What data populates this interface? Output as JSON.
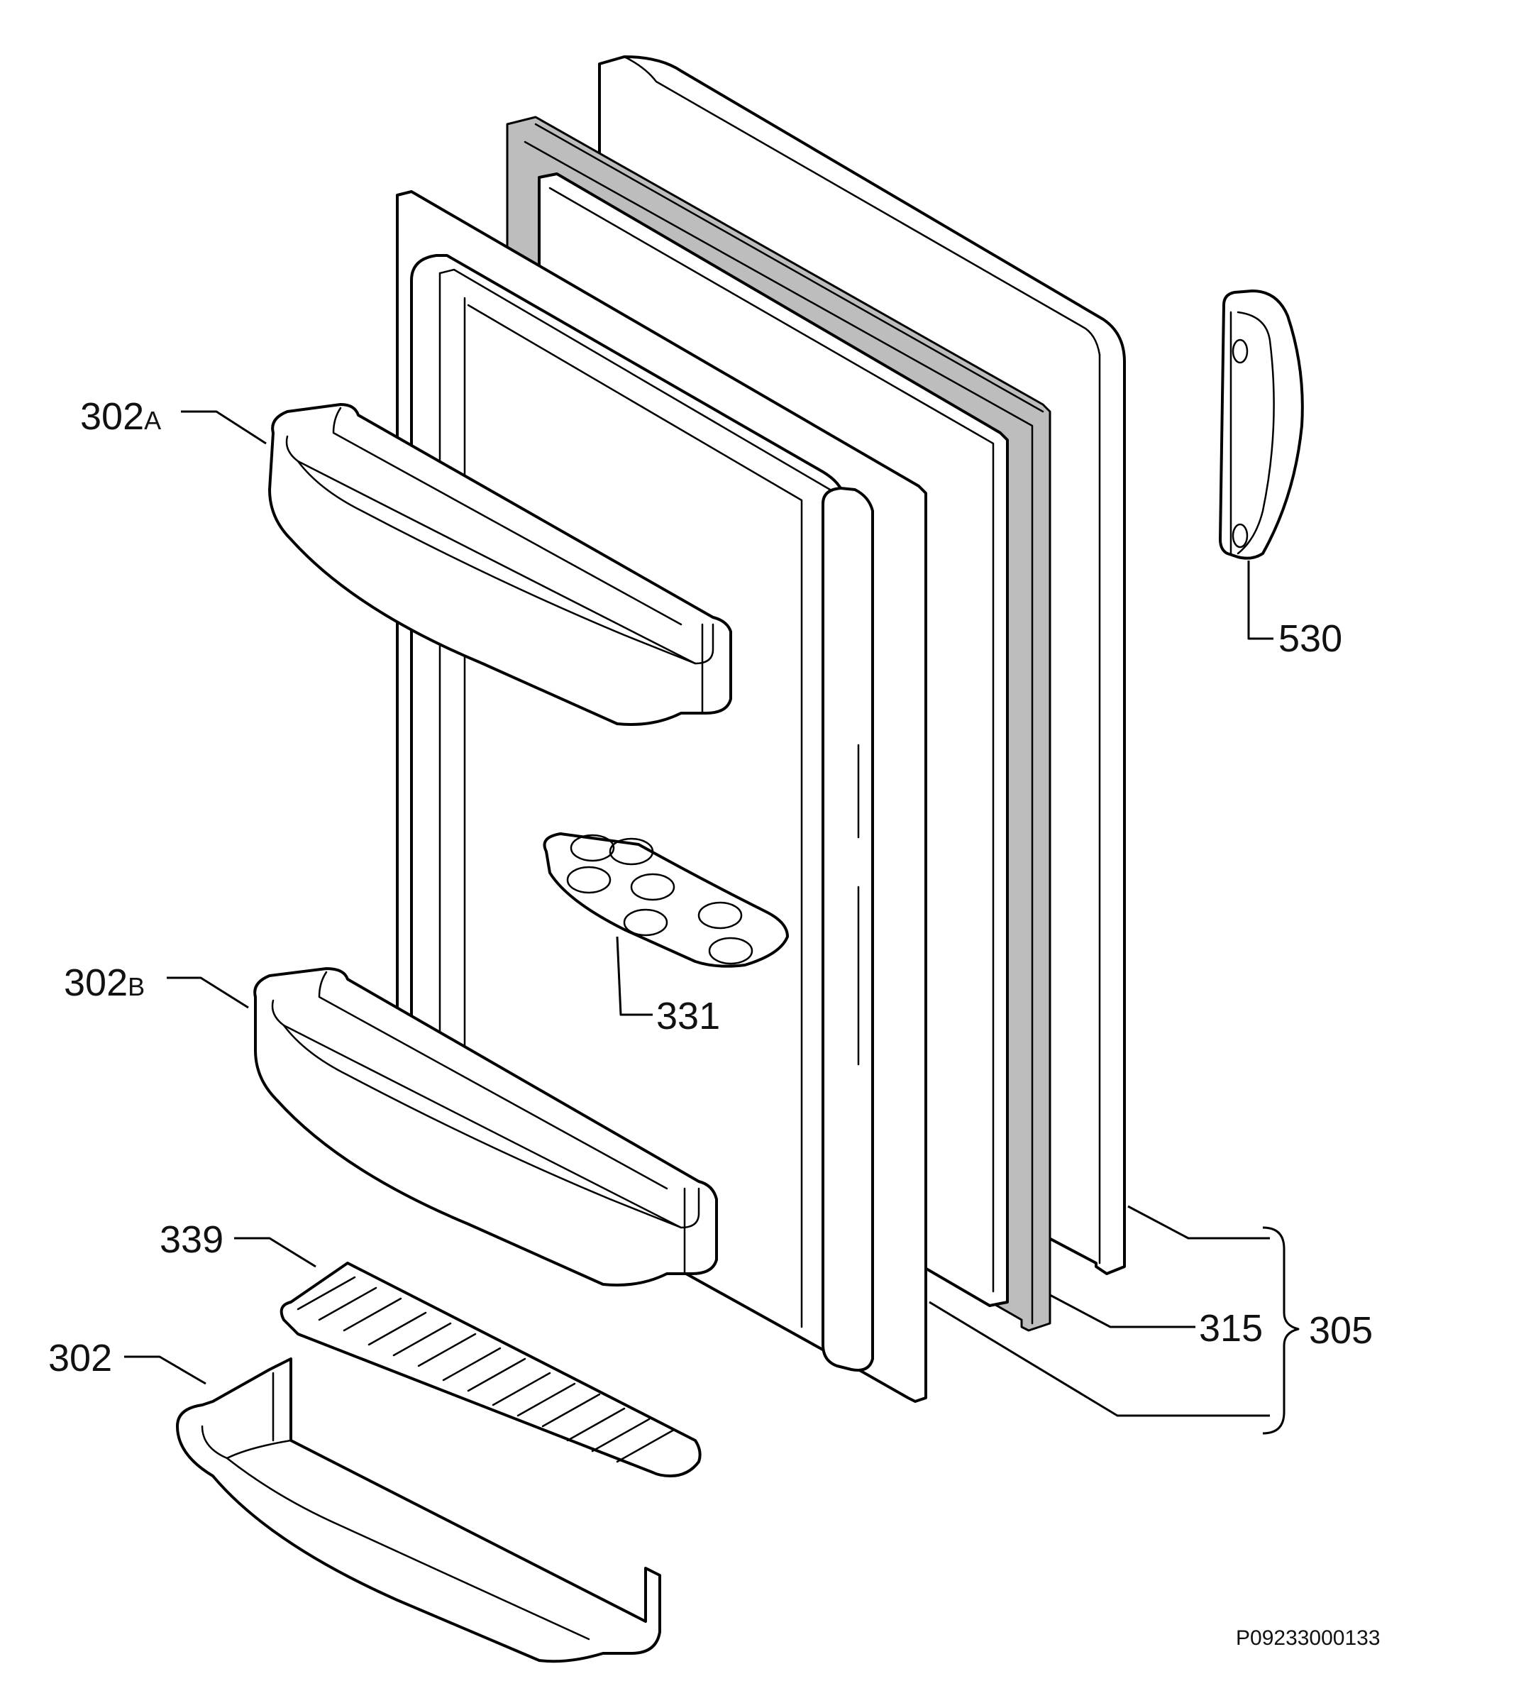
{
  "diagram": {
    "callouts": {
      "shelf_upper": {
        "number": "302",
        "suffix": "A"
      },
      "shelf_middle": {
        "number": "302",
        "suffix": "B"
      },
      "shelf_bottom": {
        "number": "302"
      },
      "bottle_rack": {
        "number": "339"
      },
      "egg_tray": {
        "number": "331"
      },
      "handle": {
        "number": "530"
      },
      "gasket": {
        "number": "315"
      },
      "door_assembly": {
        "number": "305"
      }
    },
    "drawing_code": "P09233000133"
  }
}
